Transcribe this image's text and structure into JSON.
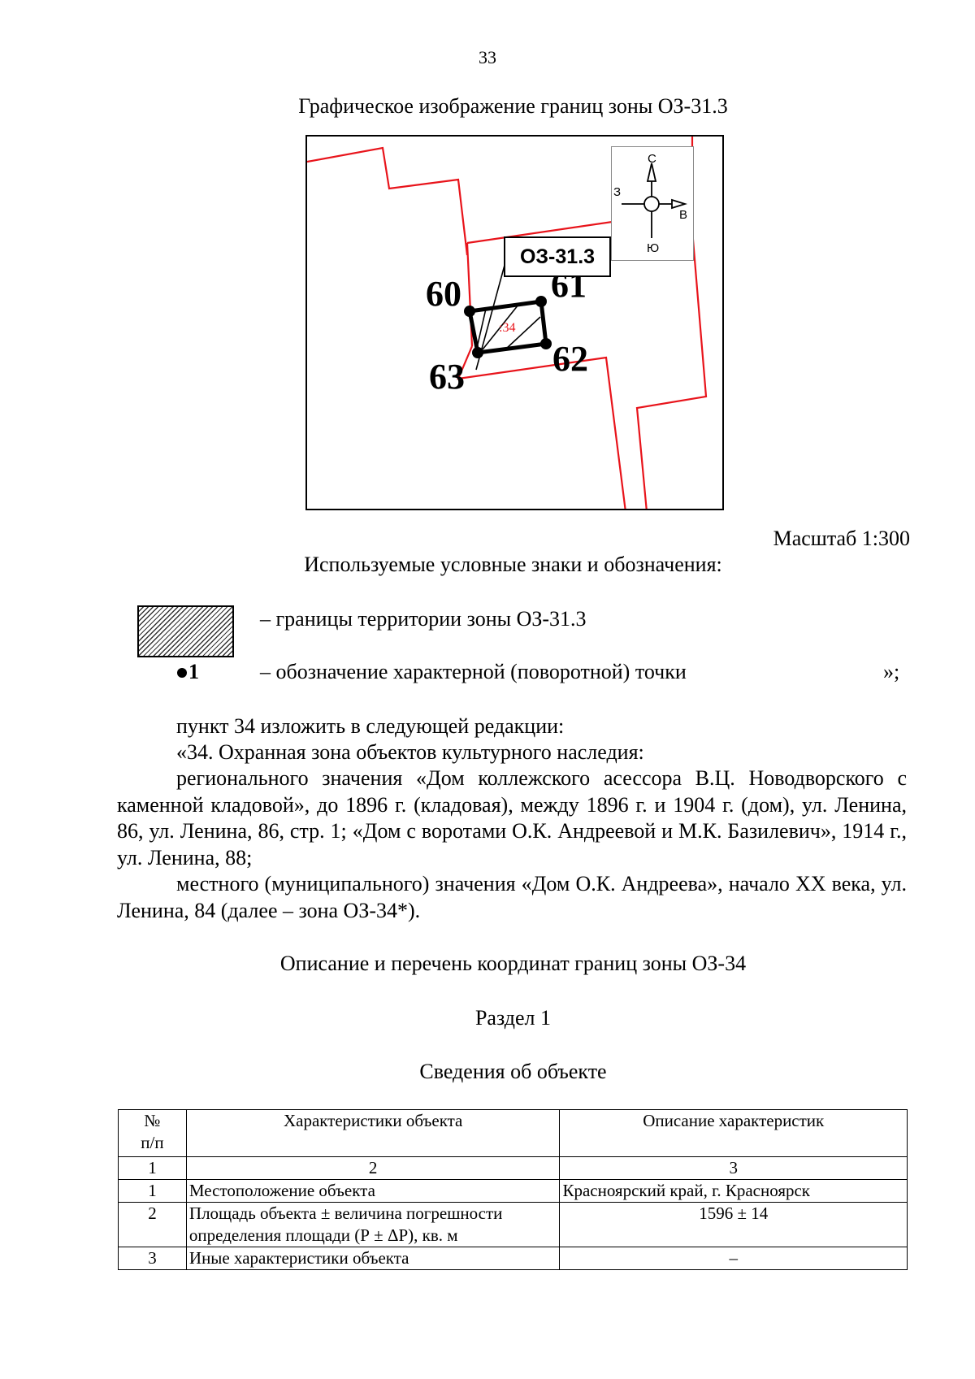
{
  "page_number": "33",
  "figure": {
    "title": "Графическое изображение границ зоны ОЗ-31.3",
    "zone_label": "ОЗ-31.3",
    "parcel_label": ":34",
    "points": [
      "60",
      "61",
      "62",
      "63"
    ],
    "compass": {
      "north": "С",
      "south": "Ю",
      "west": "З",
      "east": "В"
    },
    "colors": {
      "boundary": "#e8141b",
      "zone": "#000000"
    }
  },
  "scale": "Масштаб 1:300",
  "legend": {
    "title": "Используемые условные знаки и обозначения:",
    "items": [
      {
        "text": "– границы территории зоны ОЗ-31.3"
      },
      {
        "symbol": "1",
        "text": "– обозначение характерной (поворотной) точки"
      }
    ],
    "closing_quote": "»;"
  },
  "paragraphs": [
    "пункт 34 изложить в следующей редакции:",
    "«34. Охранная зона объектов культурного наследия:",
    "регионального значения «Дом коллежского асессора В.Ц. Новодворского с каменной кладовой», до 1896 г. (кладовая), между 1896 г. и 1904 г. (дом), ул. Ленина, 86, ул. Ленина, 86, стр. 1; «Дом с воротами О.К. Андреевой и М.К. Базилевич», 1914 г., ул. Ленина, 88;",
    "местного (муниципального) значения «Дом О.К. Андреева», начало XX века, ул. Ленина, 84 (далее – зона ОЗ-34*)."
  ],
  "section_heading": "Описание и перечень координат границ зоны ОЗ-34",
  "section_number": "Раздел 1",
  "section_subtitle": "Сведения об объекте",
  "table": {
    "headers": [
      "№\nп/п",
      "Характеристики объекта",
      "Описание характеристик"
    ],
    "index_row": [
      "1",
      "2",
      "3"
    ],
    "rows": [
      [
        "1",
        "Местоположение объекта",
        "Красноярский край, г. Красноярск"
      ],
      [
        "2",
        "Площадь объекта ± величина погрешности определения площади (Р ± ΔР), кв. м",
        "1596 ± 14"
      ],
      [
        "3",
        "Иные характеристики объекта",
        "–"
      ]
    ]
  }
}
